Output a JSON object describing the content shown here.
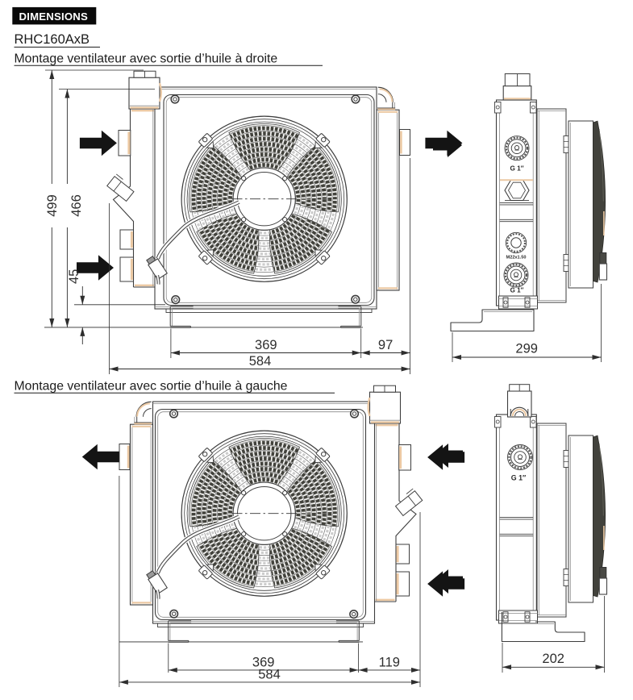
{
  "header": {
    "tag": "DIMENSIONS",
    "model": "RHC160AxB"
  },
  "figures": [
    {
      "title": "Montage ventilateur avec sortie d’huile à droite",
      "front": {
        "dim_height_total": "499",
        "dim_height_core": "466",
        "dim_base": "45",
        "dim_fan_width": "369",
        "dim_side_offset": "97",
        "dim_total_width": "584"
      },
      "side": {
        "dim_depth": "299",
        "port_top_label": "G 1″",
        "port_mid_label": "M22x1.50",
        "port_bottom_label": "G 1″"
      }
    },
    {
      "title": "Montage ventilateur avec sortie d’huile à gauche",
      "front": {
        "dim_fan_width": "369",
        "dim_side_offset": "119",
        "dim_total_width": "584"
      },
      "side": {
        "dim_depth": "202",
        "port_label": "G 1″"
      }
    }
  ],
  "colors": {
    "line": "#3d3d3d",
    "accent_tan": "#ecc9a3",
    "arrow_black": "#141414",
    "background": "#ffffff"
  }
}
